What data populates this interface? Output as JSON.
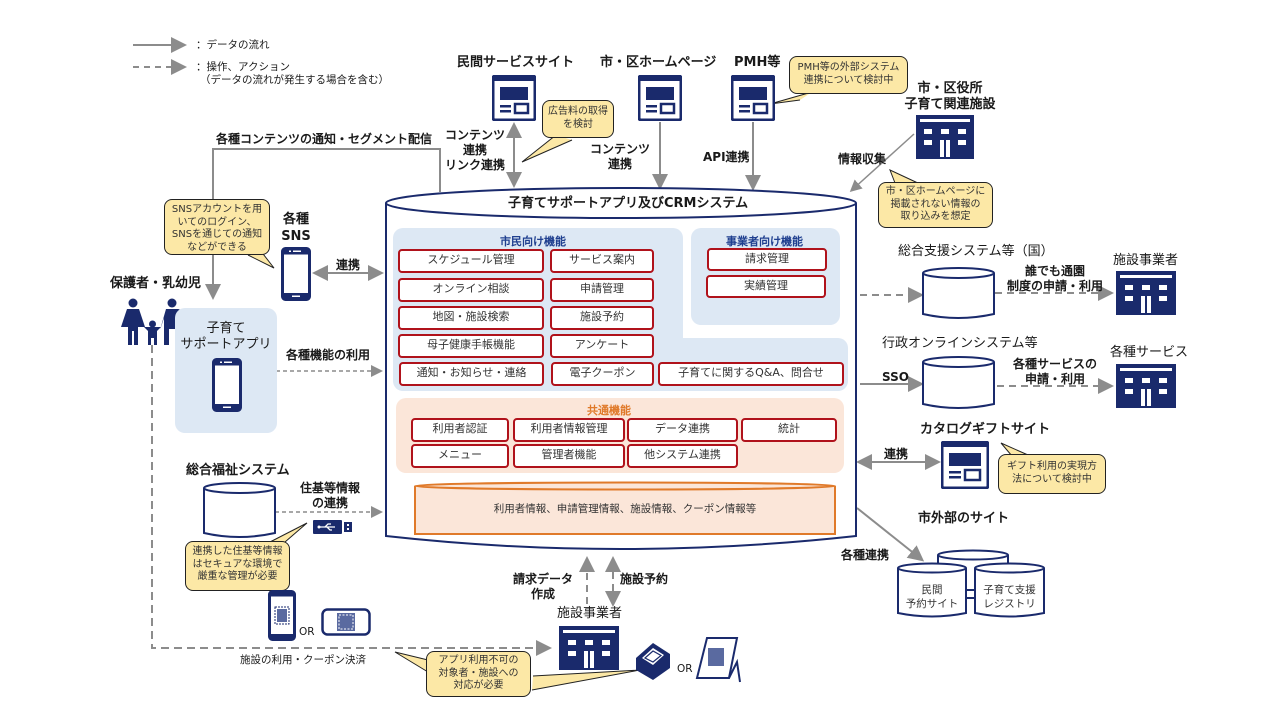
{
  "colors": {
    "navy": "#1a2a6c",
    "function_border": "#b0121b",
    "panel_blue": "#dde8f4",
    "panel_orange": "#fbe6d9",
    "orange_title": "#e07a2a",
    "callout_fill": "#fce8a6",
    "arrow_gray": "#8c8c8c"
  },
  "legend": {
    "solid_label": "：データの流れ",
    "dashed_label": "：操作、アクション",
    "dashed_note": "（データの流れが発生する場合を含む）"
  },
  "top_sites": {
    "private_service": "民間サービスサイト",
    "city_homepage": "市・区ホームページ",
    "pmh": "PMH等",
    "city_office_line1": "市・区役所",
    "city_office_line2": "子育て関連施設"
  },
  "edge_labels": {
    "segment_delivery": "各種コンテンツの通知・セグメント配信",
    "content_link_1": "コンテンツ",
    "content_link_2": "連携",
    "content_link_3": "リンク連携",
    "content_1": "コンテンツ",
    "content_2": "連携",
    "api": "API連携",
    "info_collect": "情報収集",
    "sns_link": "連携",
    "feature_use": "各種機能の利用",
    "address_info_1": "住基等情報",
    "address_info_2": "の連携",
    "billing_1": "請求データ",
    "billing_2": "作成",
    "facility_reserve": "施設予約",
    "facility_use": "施設の利用・クーポン決済",
    "anyone_nursery_1": "誰でも通園",
    "anyone_nursery_2": "制度の申請・利用",
    "sso": "SSO",
    "services_apply_1": "各種サービスの",
    "services_apply_2": "申請・利用",
    "catalog_link": "連携",
    "various_link": "各種連携"
  },
  "callouts": {
    "ad_revenue": [
      "広告料の取得",
      "を検討"
    ],
    "pmh_external": [
      "PMH等の外部システム",
      "連携について検討中"
    ],
    "city_hp_info": [
      "市・区ホームページに",
      "掲載されない情報の",
      "取り込みを想定"
    ],
    "sns_login": [
      "SNSアカウントを用",
      "いてのログイン、",
      "SNSを通じての通知",
      "などができる"
    ],
    "gift_method": [
      "ギフト利用の実現方",
      "法について検討中"
    ],
    "secure_manage": [
      "連携した住基等情報",
      "はセキュアな環境で",
      "厳重な管理が必要"
    ],
    "app_unavailable": [
      "アプリ利用不可の",
      "対象者・施設への",
      "対応が必要"
    ]
  },
  "left": {
    "sns_title_1": "各種",
    "sns_title_2": "SNS",
    "guardian": "保護者・乳幼児",
    "app_title_1": "子育て",
    "app_title_2": "サポートアプリ",
    "welfare_system": "総合福祉システム",
    "or_1": "OR"
  },
  "crm": {
    "title": "子育てサポートアプリ及びCRMシステム",
    "citizen": {
      "title": "市民向け機能",
      "items": [
        "スケジュール管理",
        "サービス案内",
        "オンライン相談",
        "申請管理",
        "地図・施設検索",
        "施設予約",
        "母子健康手帳機能",
        "アンケート",
        "通知・お知らせ・連絡",
        "電子クーポン",
        "子育てに関するQ&A、問合せ"
      ]
    },
    "business": {
      "title": "事業者向け機能",
      "items": [
        "請求管理",
        "実績管理"
      ]
    },
    "common": {
      "title": "共通機能",
      "items": [
        "利用者認証",
        "利用者情報管理",
        "データ連携",
        "統計",
        "メニュー",
        "管理者機能",
        "他システム連携"
      ]
    },
    "database": "利用者情報、申請管理情報、施設情報、クーポン情報等"
  },
  "right": {
    "national_system": "総合支援システム等（国）",
    "facility_operator": "施設事業者",
    "gov_online": "行政オンラインシステム等",
    "various_services": "各種サービス",
    "catalog_gift": "カタログギフトサイト",
    "external_sites": "市外部のサイト",
    "private_reserve_1": "民間",
    "private_reserve_2": "予約サイト",
    "registry_1": "子育て支援",
    "registry_2": "レジストリ"
  },
  "bottom": {
    "facility_operator": "施設事業者",
    "or_2": "OR"
  }
}
